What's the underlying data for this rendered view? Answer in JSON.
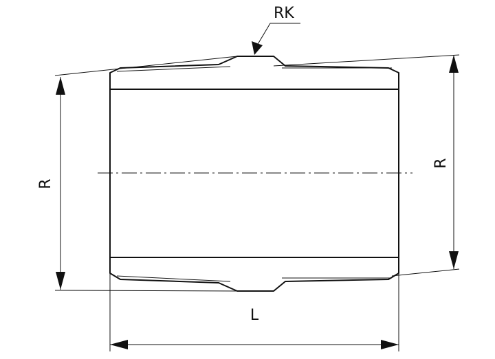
{
  "labels": {
    "top_callout": "RK",
    "left_dimension": "R",
    "right_dimension": "R",
    "bottom_dimension": "L"
  },
  "colors": {
    "line": "#111111",
    "background": "#ffffff"
  }
}
